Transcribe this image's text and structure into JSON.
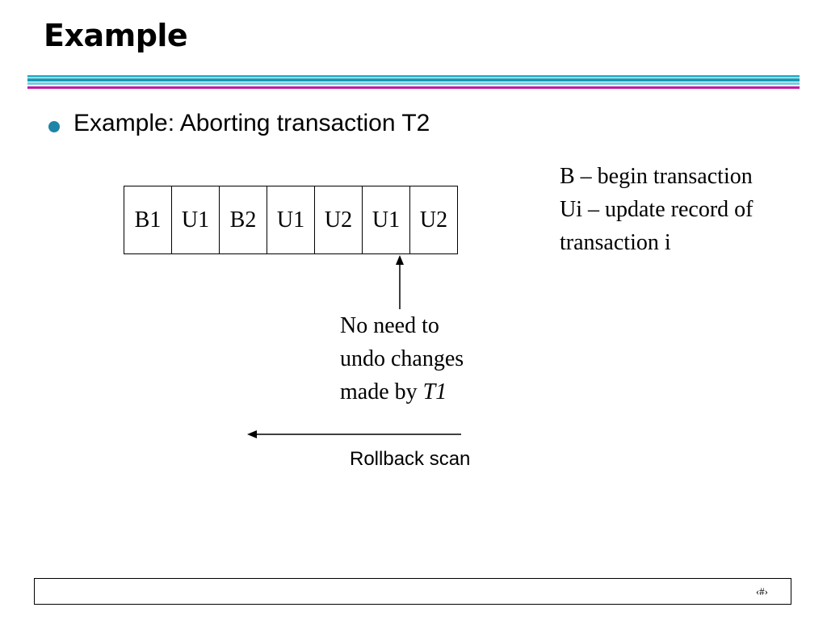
{
  "title": "Example",
  "bullet": "Example: Aborting transaction T2",
  "legend": {
    "line1": "B – begin transaction",
    "line2": "Ui – update record of",
    "line3": "transaction i"
  },
  "log_records": [
    "B1",
    "U1",
    "B2",
    "U1",
    "U2",
    "U1",
    "U2"
  ],
  "note": {
    "line1": "No need to",
    "line2": "undo changes",
    "line3_prefix": "made by ",
    "line3_italic": "T1"
  },
  "rollback_label": "Rollback scan",
  "slide_number": "‹#›",
  "colors": {
    "rule_cyan": "#32b4cc",
    "rule_magenta": "#c418a8",
    "bullet": "#1e85a6"
  }
}
